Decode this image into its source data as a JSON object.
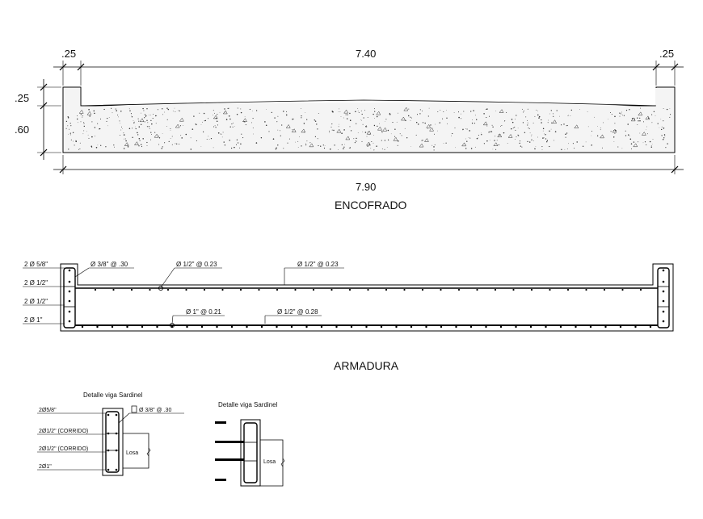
{
  "encofrado": {
    "title": "ENCOFRADO",
    "dim_left_top": ".25",
    "dim_total_inner": "7.40",
    "dim_right_top": ".25",
    "dim_left_upper": ".25",
    "dim_left_lower": ".60",
    "dim_total": "7.90"
  },
  "armadura": {
    "title": "ARMADURA",
    "bar_labels": [
      "2 Ø 5/8\"",
      "2 Ø 1/2\"",
      "2 Ø 1/2\"",
      "2 Ø 1\""
    ],
    "callouts": {
      "stirrups": "Ø 3/8\" @ .30",
      "top_bar_1": "Ø 1/2\" @ 0.23",
      "top_bar_2": "Ø 1/2\" @ 0.23",
      "bottom_bar_1": "Ø 1\" @ 0.21",
      "bottom_bar_2": "Ø 1/2\" @ 0.28"
    }
  },
  "detail_1": {
    "title": "Detalle viga Sardinel",
    "labels": [
      "2Ø5/8\"",
      "2Ø1/2\" (CORRIDO)",
      "2Ø1/2\" (CORRIDO)",
      "2Ø1\""
    ],
    "stirrup_label": "Ø 3/8\" @ .30",
    "slab_label": "Losa"
  },
  "detail_2": {
    "title": "Detalle viga Sardinel",
    "slab_label": "Losa"
  }
}
